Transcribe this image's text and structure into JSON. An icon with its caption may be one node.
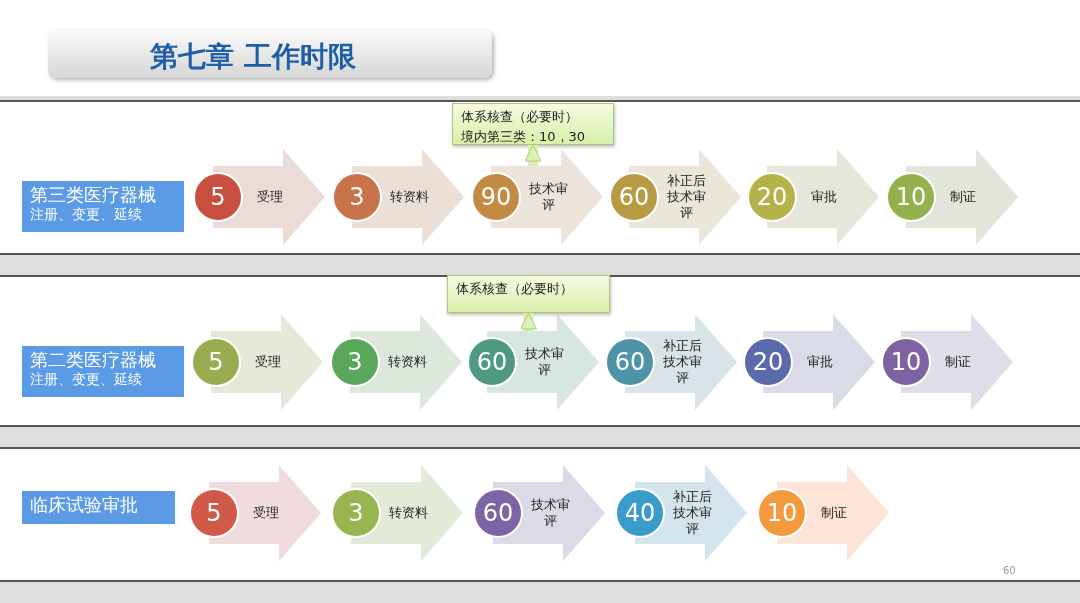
{
  "diagram": {
    "title": "第七章 工作时限",
    "nodes": [
      {
        "text": [],
        "shape": "box"
      },
      {
        "text": [
          "第三类医疗器械",
          "注册、变更、延续"
        ],
        "in": 0
      },
      {
        "text": [
          "体系核查（必要时）",
          "境内第三类：10，30"
        ],
        "in": 0
      },
      {
        "text": [
          "5",
          "受理"
        ],
        "in": 0
      },
      {
        "text": [
          "3",
          "转资料"
        ],
        "in": 0
      },
      {
        "text": [
          "90",
          "技术审评"
        ],
        "in": 0
      },
      {
        "text": [
          "60",
          "补正后技术审评"
        ],
        "in": 0
      },
      {
        "text": [
          "20",
          "审批"
        ],
        "in": 0
      },
      {
        "text": [
          "10",
          "制证"
        ],
        "in": 0
      },
      {
        "text": [],
        "shape": "box"
      },
      {
        "text": [
          "第二类医疗器械",
          "注册、变更、延续"
        ],
        "in": 9
      },
      {
        "text": [
          "体系核查（必要时）"
        ],
        "in": 9
      },
      {
        "text": [
          "5",
          "受理"
        ],
        "in": 9
      },
      {
        "text": [
          "3",
          "转资料"
        ],
        "in": 9
      },
      {
        "text": [
          "60",
          "技术审评"
        ],
        "in": 9
      },
      {
        "text": [
          "60",
          "补正后技术审评"
        ],
        "in": 9
      },
      {
        "text": [
          "20",
          "审批"
        ],
        "in": 9
      },
      {
        "text": [
          "10",
          "制证"
        ],
        "in": 9
      },
      {
        "text": [],
        "shape": "box"
      },
      {
        "text": [
          "临床试验审批"
        ],
        "in": 18
      },
      {
        "text": [
          "5",
          "受理"
        ],
        "in": 18
      },
      {
        "text": [
          "3",
          "转资料"
        ],
        "in": 18
      },
      {
        "text": [
          "60",
          "技术审评"
        ],
        "in": 18
      },
      {
        "text": [
          "40",
          "补正后技术审评"
        ],
        "in": 18
      },
      {
        "text": [
          "10",
          "制证"
        ],
        "in": 18
      }
    ],
    "edges": [
      {
        "from": 5,
        "to": 2,
        "arrow": "to"
      },
      {
        "from": 14,
        "to": 11,
        "arrow": "to"
      }
    ],
    "labels": [
      "60"
    ]
  }
}
